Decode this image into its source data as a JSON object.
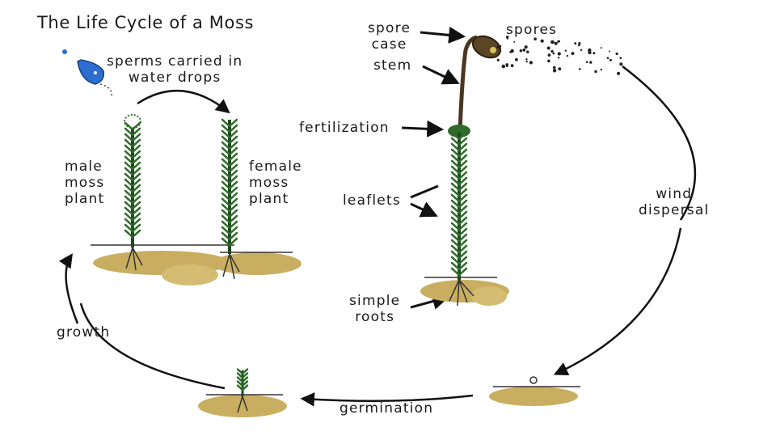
{
  "diagram": {
    "title": "The Life Cycle of a Moss",
    "labels": {
      "sperms": "sperms carried in\nwater drops",
      "male": "male\nmoss\nplant",
      "female": "female\nmoss\nplant",
      "spore_case": "spore\ncase",
      "stem": "stem",
      "spores": "spores",
      "fertilization": "fertilization",
      "leaflets": "leaflets",
      "simple_roots": "simple\nroots",
      "wind_dispersal": "wind\ndispersal",
      "growth": "growth",
      "germination": "germination"
    },
    "colors": {
      "leaf": "#2f6b2a",
      "leaf_dark": "#1f4a1d",
      "soil": "#c9ae62",
      "stalk": "#4a3722",
      "water": "#2c6fd0",
      "arrow": "#111111"
    }
  }
}
